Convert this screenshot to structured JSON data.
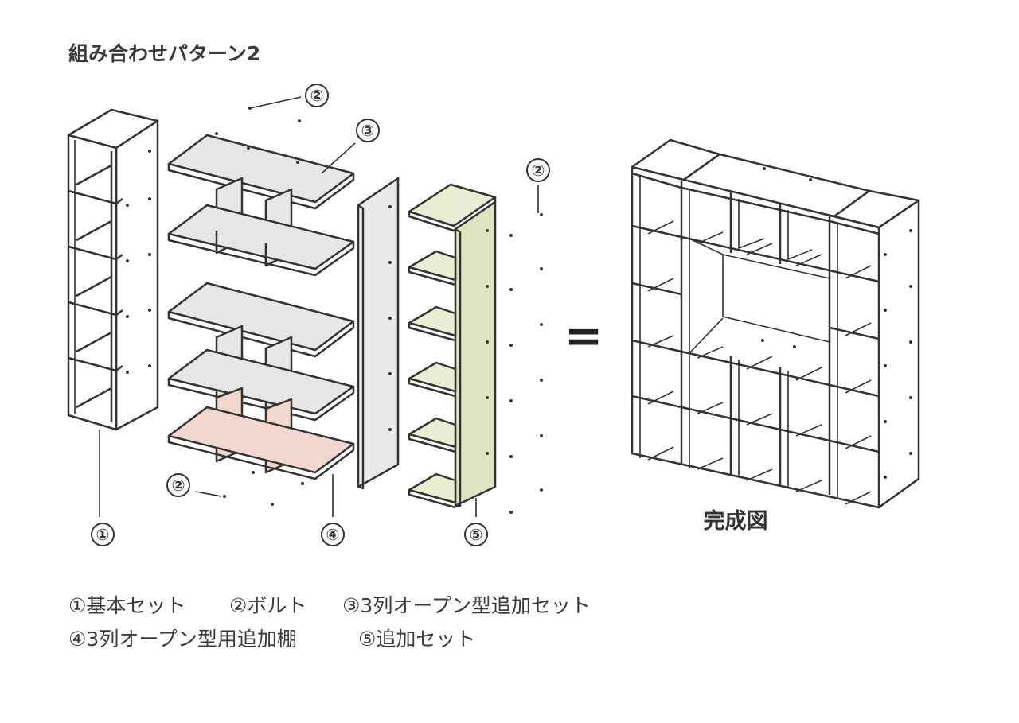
{
  "title": "組み合わせパターン2",
  "callouts": {
    "c1": "①",
    "c2a": "②",
    "c2b": "②",
    "c2c": "②",
    "c3": "③",
    "c4": "④",
    "c5": "⑤"
  },
  "equals": "=",
  "completed_label": "完成図",
  "legend": {
    "line1": [
      "①基本セット",
      "②ボルト",
      "③3列オープン型追加セット"
    ],
    "line2": [
      "④3列オープン型用追加棚",
      "⑤追加セット"
    ]
  },
  "colors": {
    "shelf_gray": "#e6e6e6",
    "pink_part": "#f2d7cf",
    "green_part": "#e8edd3"
  }
}
